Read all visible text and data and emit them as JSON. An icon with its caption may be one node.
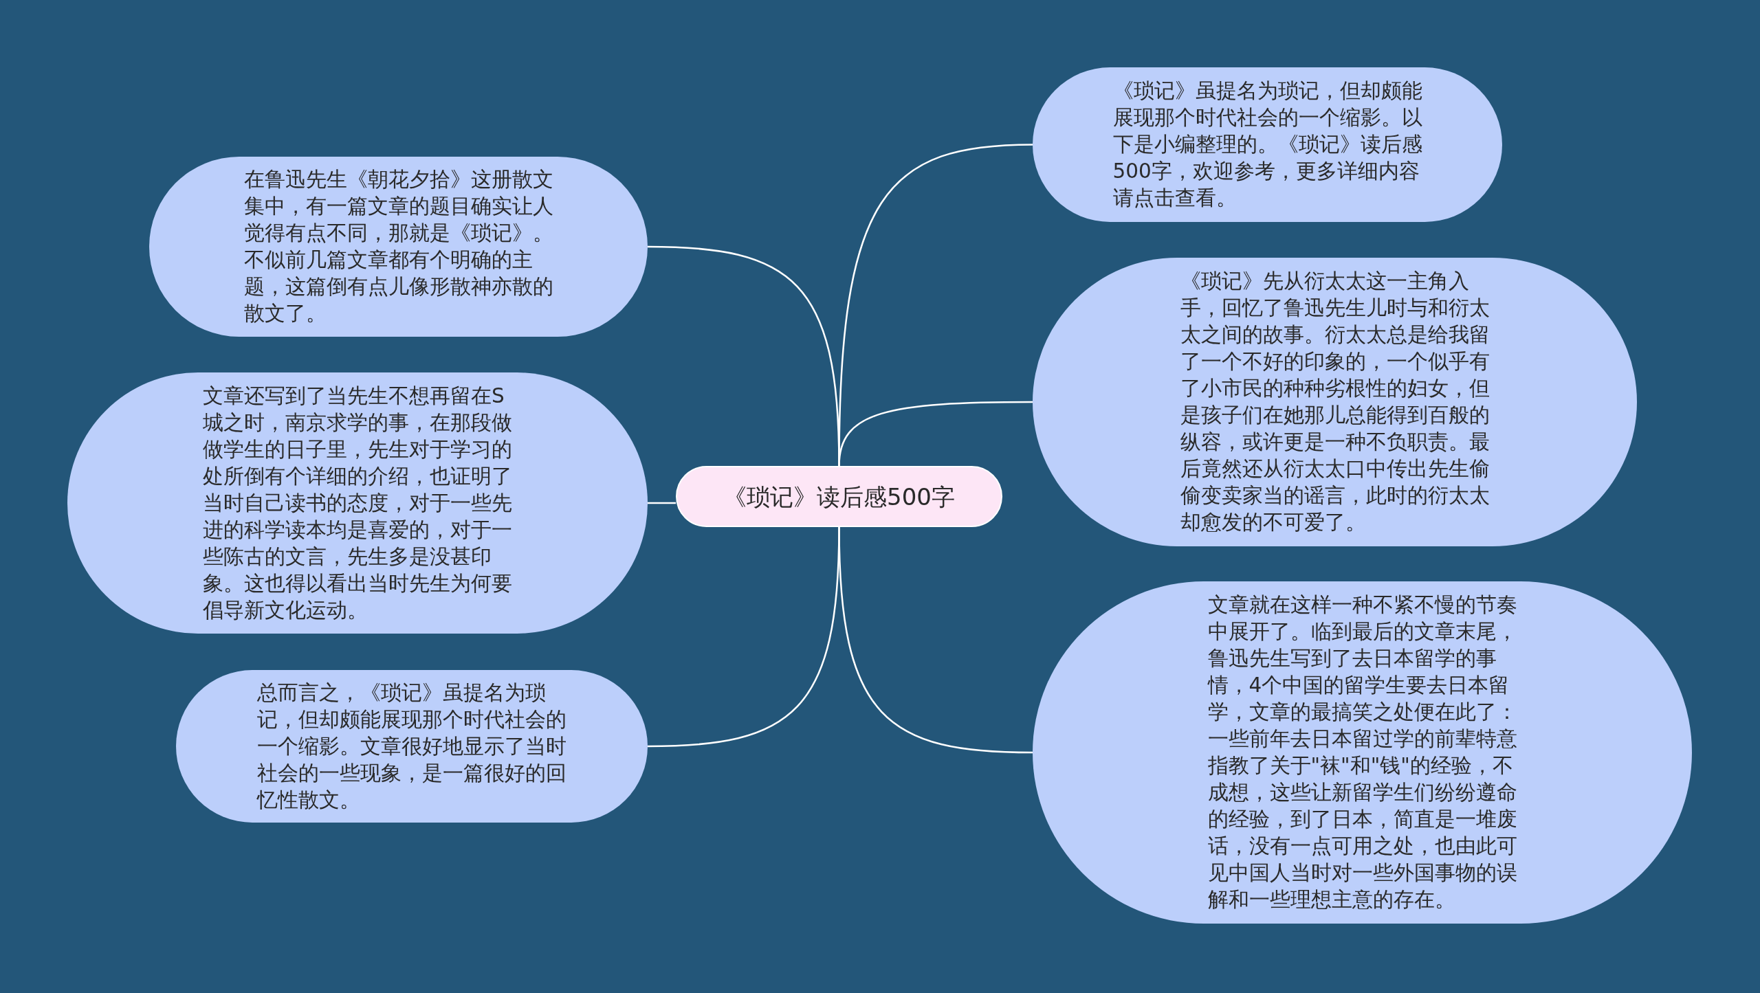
{
  "diagram": {
    "nodes": [
      {
        "text": [
          "《琐记》读后感500字"
        ]
      },
      {
        "text": [
          "在鲁迅先生《朝花夕拾》这册散文集中，有一篇文章的题目确实让人觉得有点不同，那就是《琐记》。不似前几篇文章都有个明确的主题，这篇倒有点儿像形散神亦散的散文了。"
        ]
      },
      {
        "text": [
          "文章还写到了当先生不想再留在S城之时，南京求学的事，在那段做做学生的日子里，先生对于学习的处所倒有个详细的介绍，也证明了当时自己读书的态度，对于一些先进的科学读本均是喜爱的，对于一些陈古的文言，先生多是没甚印象。这也得以看出当时先生为何要倡导新文化运动。"
        ]
      },
      {
        "text": [
          "总而言之，《琐记》虽提名为琐记，但却颇能展现那个时代社会的一个缩影。文章很好地显示了当时社会的一些现象，是一篇很好的回忆性散文。"
        ]
      },
      {
        "text": [
          "《琐记》虽提名为琐记，但却颇能展现那个时代社会的一个缩影。以下是小编整理的。《琐记》读后感500字，欢迎参考，更多详细内容请点击查看。"
        ]
      },
      {
        "text": [
          "《琐记》先从衍太太这一主角入手，回忆了鲁迅先生儿时与和衍太太之间的故事。衍太太总是给我留了一个不好的印象的，一个似乎有了小市民的种种劣根性的妇女，但是孩子们在她那儿总能得到百般的纵容，或许更是一种不负职责。最后竟然还从衍太太口中传出先生偷偷变卖家当的谣言，此时的衍太太却愈发的不可爱了。"
        ]
      },
      {
        "text": [
          "文章就在这样一种不紧不慢的节奏中展开了。临到最后的文章末尾，鲁迅先生写到了去日本留学的事情，4个中国的留学生要去日本留学，文章的最搞笑之处便在此了：一些前年去日本留过学的前辈特意指教了关于\"袜\"和\"钱\"的经验，不成想，这些让新留学生们纷纷遵命的经验，到了日本，简直是一堆废话，没有一点可用之处，也由此可见中国人当时对一些外国事物的误解和一些理想主意的存在。"
        ]
      }
    ],
    "edges": [
      {
        "from": 0,
        "to": 1,
        "arrow": "none"
      },
      {
        "from": 0,
        "to": 2,
        "arrow": "none"
      },
      {
        "from": 0,
        "to": 3,
        "arrow": "none"
      },
      {
        "from": 0,
        "to": 4,
        "arrow": "none"
      },
      {
        "from": 0,
        "to": 5,
        "arrow": "none"
      },
      {
        "from": 0,
        "to": 6,
        "arrow": "none"
      }
    ]
  }
}
